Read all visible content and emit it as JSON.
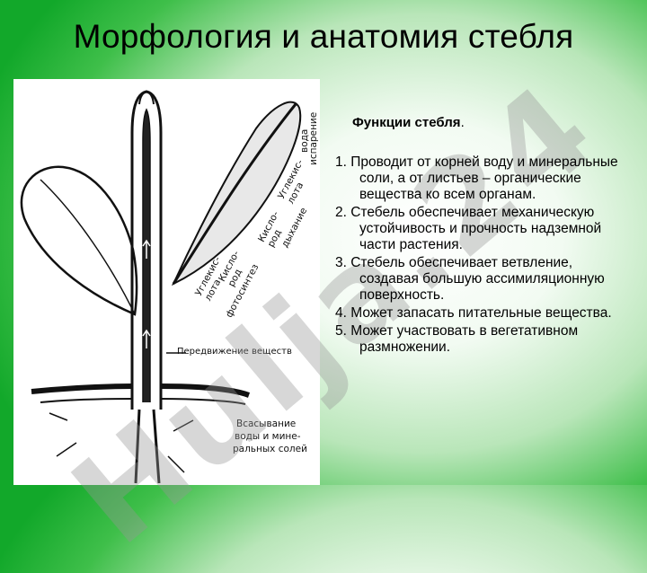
{
  "slide": {
    "title": "Морфология и анатомия стебля",
    "watermark": "Hulja.24"
  },
  "figure": {
    "labels": {
      "transport": "Передвижение веществ",
      "absorption_1": "Всасывание",
      "absorption_2": "воды и мине-",
      "absorption_3": "ральных солей",
      "co2_1": "Углекис-",
      "co2_2": "лота",
      "oxygen_1": "Кисло-",
      "oxygen_2": "род",
      "photosynthesis": "фотосинтез",
      "co2b_1": "Углекис-",
      "co2b_2": "лота",
      "oxygenb_1": "Кисло-",
      "oxygenb_2": "род",
      "respiration": "дыхание",
      "water": "вода",
      "evaporation": "испарение"
    }
  },
  "functions": {
    "heading": "Функции стебля",
    "heading_suffix": ".",
    "items": [
      "1. Проводит от корней воду и минеральные соли, а от листьев – органические вещества ко всем органам.",
      "2. Стебель обеспечивает механическую устойчивость и прочность надземной части растения.",
      "3. Стебель обеспечивает ветвление, создавая большую ассимиляционную поверхность.",
      "4. Может запасать питательные вещества.",
      "5. Может участвовать в вегетативном размножении."
    ]
  }
}
